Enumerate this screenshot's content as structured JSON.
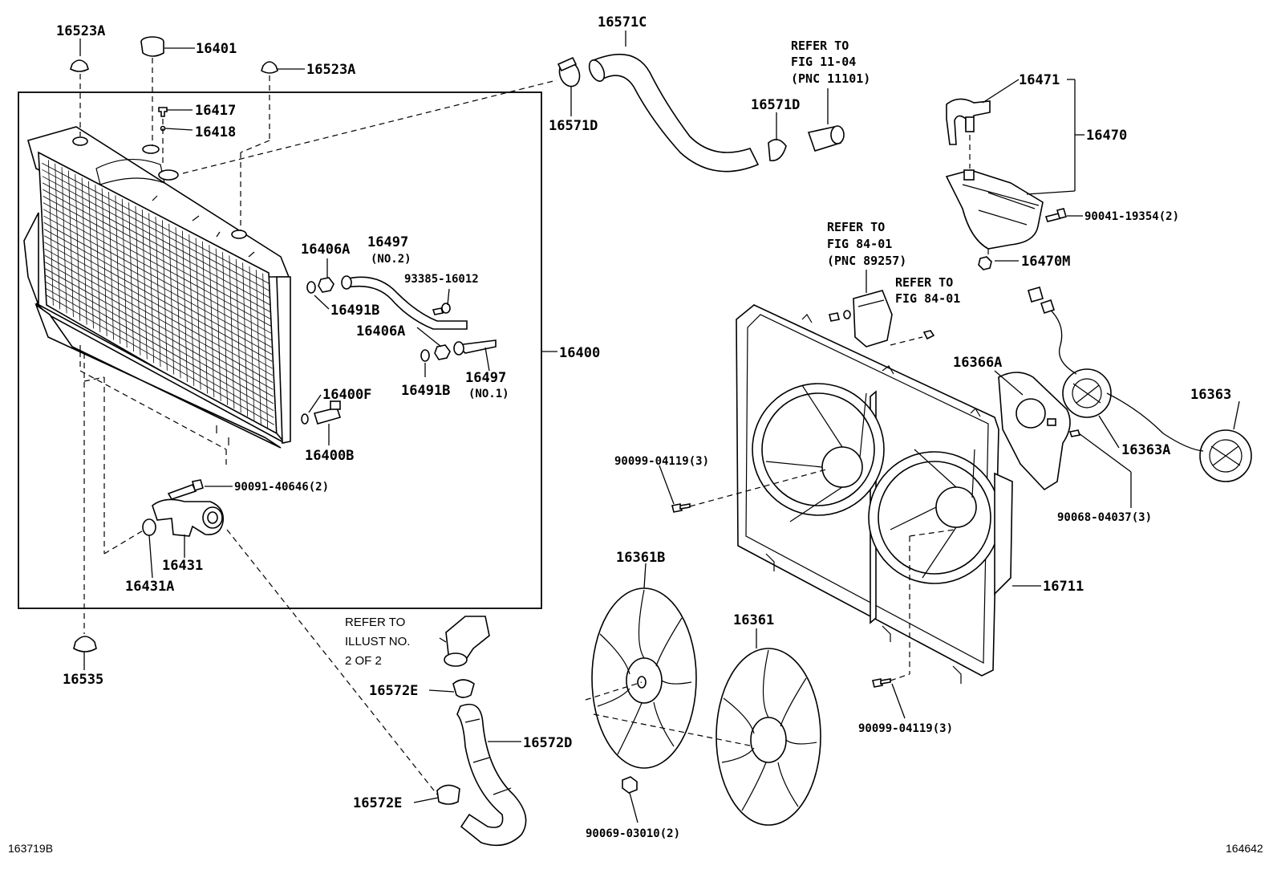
{
  "labels": {
    "l_16523A_a": "16523A",
    "l_16401": "16401",
    "l_16523A_b": "16523A",
    "l_16417": "16417",
    "l_16418": "16418",
    "l_16571C": "16571C",
    "l_16571D_a": "16571D",
    "l_16571D_b": "16571D",
    "l_16471": "16471",
    "l_16470": "16470",
    "l_90041": "90041-19354(2)",
    "l_16470M": "16470M",
    "l_16406A_a": "16406A",
    "l_16497_a": "16497",
    "l_no2": "(NO.2)",
    "l_93385": "93385-16012",
    "l_16491B_a": "16491B",
    "l_16406A_b": "16406A",
    "l_16491B_b": "16491B",
    "l_16497_b": "16497",
    "l_no1": "(NO.1)",
    "l_16400": "16400",
    "l_16400F": "16400F",
    "l_16400B": "16400B",
    "l_90091": "90091-40646(2)",
    "l_16431": "16431",
    "l_16431A": "16431A",
    "l_16535": "16535",
    "l_16366A": "16366A",
    "l_16363": "16363",
    "l_16363A": "16363A",
    "l_90068": "90068-04037(3)",
    "l_90099_a": "90099-04119(3)",
    "l_90099_b": "90099-04119(3)",
    "l_16711": "16711",
    "l_16361B": "16361B",
    "l_16361": "16361",
    "l_16572E_a": "16572E",
    "l_16572D": "16572D",
    "l_16572E_b": "16572E",
    "l_90069": "90069-03010(2)"
  },
  "refs": {
    "r1_l1": "REFER TO",
    "r1_l2": "FIG 11-04",
    "r1_l3": "(PNC 11101)",
    "r2_l1": "REFER TO",
    "r2_l2": "FIG 84-01",
    "r2_l3": "(PNC 89257)",
    "r3_l1": "REFER TO",
    "r3_l2": "FIG 84-01",
    "r4_l1": "REFER TO",
    "r4_l2": "ILLUST NO.",
    "r4_l3": "2 OF 2"
  },
  "corners": {
    "bottom_left": "163719B",
    "bottom_right": "164642"
  }
}
